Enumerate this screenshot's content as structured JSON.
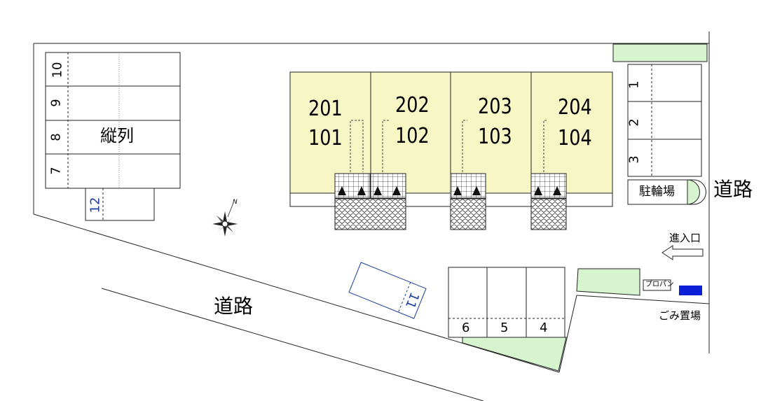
{
  "roads": {
    "bottom": "道路",
    "right": "道路"
  },
  "units": [
    {
      "upper": "201",
      "lower": "101"
    },
    {
      "upper": "202",
      "lower": "102"
    },
    {
      "upper": "203",
      "lower": "103"
    },
    {
      "upper": "204",
      "lower": "104"
    }
  ],
  "left_parking": {
    "label": "縦列",
    "slots": [
      "10",
      "9",
      "8",
      "7"
    ],
    "extra_slot": "12"
  },
  "right_parking": {
    "slots": [
      "1",
      "2",
      "3"
    ]
  },
  "bottom_parking": {
    "slots": [
      "6",
      "5",
      "4"
    ]
  },
  "angled_slot": "11",
  "facilities": {
    "bicycle_parking": "駐輪場",
    "entrance": "進入口",
    "propane": "プロパン",
    "garbage": "ごみ置場"
  },
  "compass": {
    "north": "N"
  },
  "colors": {
    "building": "#f7f7c6",
    "green_area": "#d6f5cf",
    "garbage_box": "#0a1fd6",
    "slot_label_blue": "#1a3c9c"
  }
}
